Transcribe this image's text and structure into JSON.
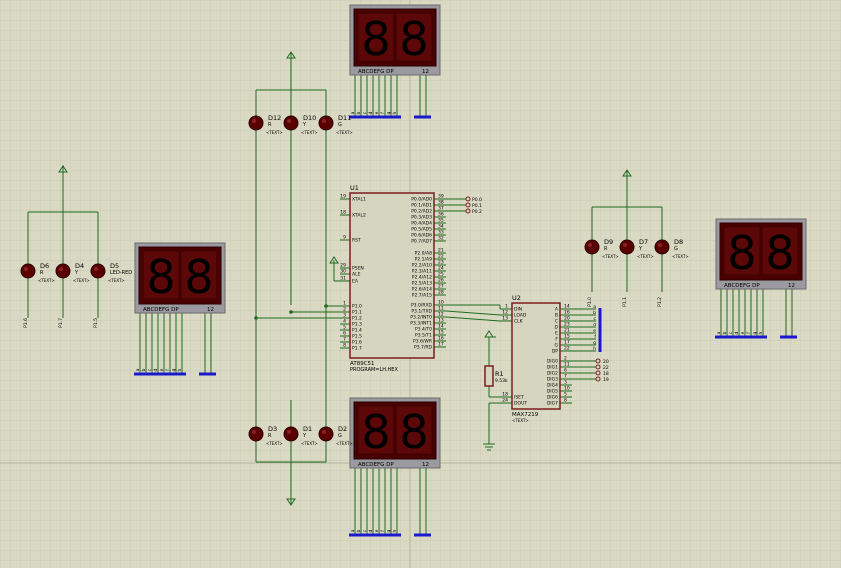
{
  "mcu": {
    "ref": "U1",
    "part": "AT89C51",
    "program": "PROGRAM=LH.HEX",
    "left_pins": [
      {
        "num": "19",
        "name": "XTAL1"
      },
      {
        "num": "18",
        "name": "XTAL2"
      },
      {
        "num": "9",
        "name": "RST"
      },
      {
        "num": "29",
        "name": "PSEN"
      },
      {
        "num": "30",
        "name": "ALE"
      },
      {
        "num": "31",
        "name": "EA"
      },
      {
        "num": "1",
        "name": "P1.0"
      },
      {
        "num": "2",
        "name": "P1.1"
      },
      {
        "num": "3",
        "name": "P1.2"
      },
      {
        "num": "4",
        "name": "P1.3"
      },
      {
        "num": "5",
        "name": "P1.4"
      },
      {
        "num": "6",
        "name": "P1.5"
      },
      {
        "num": "7",
        "name": "P1.6"
      },
      {
        "num": "8",
        "name": "P1.7"
      }
    ],
    "right_pins": [
      {
        "num": "39",
        "name": "P0.0/AD0"
      },
      {
        "num": "38",
        "name": "P0.1/AD1"
      },
      {
        "num": "37",
        "name": "P0.2/AD2"
      },
      {
        "num": "36",
        "name": "P0.3/AD3"
      },
      {
        "num": "35",
        "name": "P0.4/AD4"
      },
      {
        "num": "34",
        "name": "P0.5/AD5"
      },
      {
        "num": "33",
        "name": "P0.6/AD6"
      },
      {
        "num": "32",
        "name": "P0.7/AD7"
      },
      {
        "num": "21",
        "name": "P2.0/A8"
      },
      {
        "num": "22",
        "name": "P2.1/A9"
      },
      {
        "num": "23",
        "name": "P2.2/A10"
      },
      {
        "num": "24",
        "name": "P2.3/A11"
      },
      {
        "num": "25",
        "name": "P2.4/A12"
      },
      {
        "num": "26",
        "name": "P2.5/A13"
      },
      {
        "num": "27",
        "name": "P2.6/A14"
      },
      {
        "num": "28",
        "name": "P2.7/A15"
      },
      {
        "num": "10",
        "name": "P3.0/RXD"
      },
      {
        "num": "11",
        "name": "P3.1/TXD"
      },
      {
        "num": "12",
        "name": "P3.2/INT0"
      },
      {
        "num": "13",
        "name": "P3.3/INT1"
      },
      {
        "num": "14",
        "name": "P3.4/T0"
      },
      {
        "num": "15",
        "name": "P3.5/T1"
      },
      {
        "num": "16",
        "name": "P3.6/WR"
      },
      {
        "num": "17",
        "name": "P3.7/RD"
      }
    ],
    "port_labels": [
      "P0.0",
      "P0.1",
      "P0.2"
    ]
  },
  "driver": {
    "ref": "U2",
    "part": "MAX7219",
    "left_pins": [
      {
        "num": "1",
        "name": "DIN"
      },
      {
        "num": "12",
        "name": "LOAD"
      },
      {
        "num": "13",
        "name": "CLK"
      },
      {
        "num": "18",
        "name": "ISET"
      },
      {
        "num": "24",
        "name": "DOUT"
      }
    ],
    "seg_pins": [
      {
        "num": "14",
        "name": "A"
      },
      {
        "num": "16",
        "name": "B"
      },
      {
        "num": "20",
        "name": "C"
      },
      {
        "num": "23",
        "name": "D"
      },
      {
        "num": "21",
        "name": "E"
      },
      {
        "num": "15",
        "name": "F"
      },
      {
        "num": "17",
        "name": "G"
      },
      {
        "num": "22",
        "name": "DP"
      }
    ],
    "dig_pins": [
      {
        "num": "2",
        "name": "DIG0"
      },
      {
        "num": "11",
        "name": "DIG1"
      },
      {
        "num": "6",
        "name": "DIG2"
      },
      {
        "num": "7",
        "name": "DIG3"
      },
      {
        "num": "3",
        "name": "DIG4"
      },
      {
        "num": "10",
        "name": "DIG5"
      },
      {
        "num": "5",
        "name": "DIG6"
      },
      {
        "num": "8",
        "name": "DIG7"
      }
    ],
    "seg_net_nums": [
      "a",
      "b",
      "c",
      "d",
      "e",
      "f",
      "g",
      "h"
    ],
    "dig_net_nums": [
      "20",
      "22",
      "18",
      "19"
    ]
  },
  "resistor": {
    "ref": "R1",
    "value": "9.53k"
  },
  "displays": [
    {
      "name": "display-top",
      "label": "ABCDEFG DP",
      "digits_label": "12"
    },
    {
      "name": "display-left",
      "label": "ABCDEFG DP",
      "digits_label": "12"
    },
    {
      "name": "display-bottom",
      "label": "ABCDEFG DP",
      "digits_label": "12"
    },
    {
      "name": "display-right",
      "label": "ABCDEFG DP",
      "digits_label": "12"
    }
  ],
  "leds": [
    {
      "ref": "D6",
      "color": "R",
      "net": "P1.6"
    },
    {
      "ref": "D4",
      "color": "Y",
      "net": "P1.7"
    },
    {
      "ref": "D5",
      "color": "LED-RED",
      "net": "P1.5"
    },
    {
      "ref": "D12",
      "color": "R",
      "net": ""
    },
    {
      "ref": "D10",
      "color": "Y",
      "net": ""
    },
    {
      "ref": "D11",
      "color": "G",
      "net": ""
    },
    {
      "ref": "D3",
      "color": "R",
      "net": ""
    },
    {
      "ref": "D1",
      "color": "Y",
      "net": ""
    },
    {
      "ref": "D2",
      "color": "G",
      "net": ""
    },
    {
      "ref": "D9",
      "color": "R",
      "net": "P1.0"
    },
    {
      "ref": "D7",
      "color": "Y",
      "net": "P1.1"
    },
    {
      "ref": "D8",
      "color": "G",
      "net": "P1.2"
    }
  ],
  "text_placeholder": "<TEXT>",
  "seg_digit_glyph": "8",
  "colors": {
    "wire": "#1e6b1e",
    "body": "#7a1f1f",
    "bus": "#1a1acc",
    "led": "#5a0000",
    "display": "#5a0000",
    "grid": "#c4c4ae"
  }
}
